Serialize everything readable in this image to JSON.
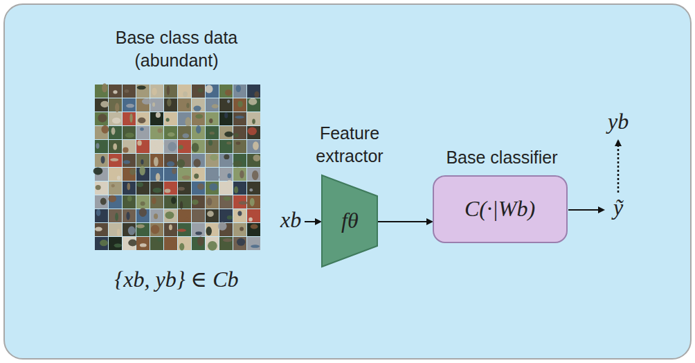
{
  "diagram": {
    "nodes": [
      {
        "text": [
          "Feature extractor",
          "fθ"
        ]
      },
      {
        "text": [
          "Base classifier",
          "C(·|Wb)"
        ]
      }
    ],
    "edges": [
      {
        "from": 0,
        "to": 1,
        "arrow": "to"
      }
    ],
    "labels": [
      "Base class data (abundant)",
      "{xb, yb} ∈ Cb",
      "xb",
      "ỹ",
      "yb"
    ]
  }
}
